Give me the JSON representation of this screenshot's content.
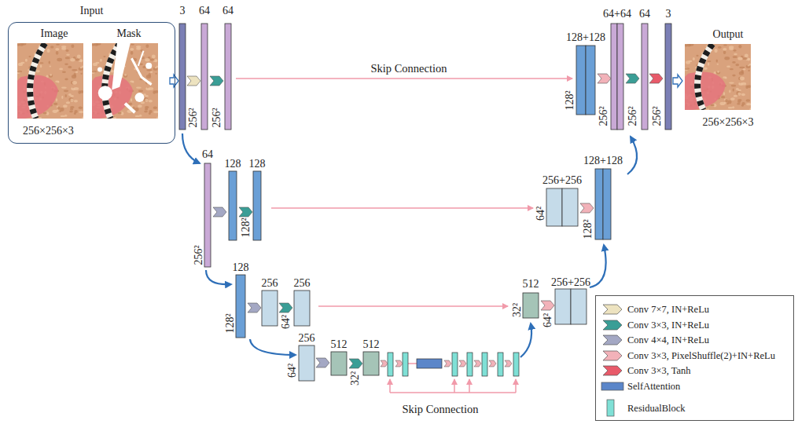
{
  "diagram": {
    "nodes": [
      {
        "text": [
          "Input",
          "256×256×3"
        ]
      },
      {
        "text": [
          "Image"
        ],
        "in": 0
      },
      {
        "text": [
          "Mask"
        ],
        "in": 0
      },
      {
        "text": [
          "Output",
          "256×256×3"
        ]
      }
    ],
    "labels": [
      "3",
      "64",
      "64",
      "256²",
      "256²",
      "Skip Connection",
      "64",
      "256²",
      "128",
      "128",
      "128²",
      "128",
      "128²",
      "256",
      "256",
      "64²",
      "256",
      "64²",
      "512",
      "512",
      "32²",
      "Skip Connection",
      "64+64",
      "64",
      "3",
      "128+128",
      "128²",
      "256²",
      "256²",
      "256²",
      "128+128",
      "256+256",
      "64²",
      "128²",
      "512",
      "256+256",
      "32²",
      "64²"
    ],
    "legend": [
      {
        "text": "Conv 7×7, IN+ReLu",
        "color": "#ede3c0"
      },
      {
        "text": "Conv 3×3, IN+ReLu",
        "color": "#3a9e96"
      },
      {
        "text": "Conv 4×4, IN+ReLu",
        "color": "#a4a8c4"
      },
      {
        "text": "Conv 3×3, PixelShuffle(2)+IN+ReLu",
        "color": "#f2b2b9"
      },
      {
        "text": "Conv 3×3, Tanh",
        "color": "#e85a6a"
      },
      {
        "text": "SelfAttention",
        "color": "#5b86c9"
      },
      {
        "text": "ResidualBlock",
        "color": "#7fe0d6"
      }
    ]
  }
}
